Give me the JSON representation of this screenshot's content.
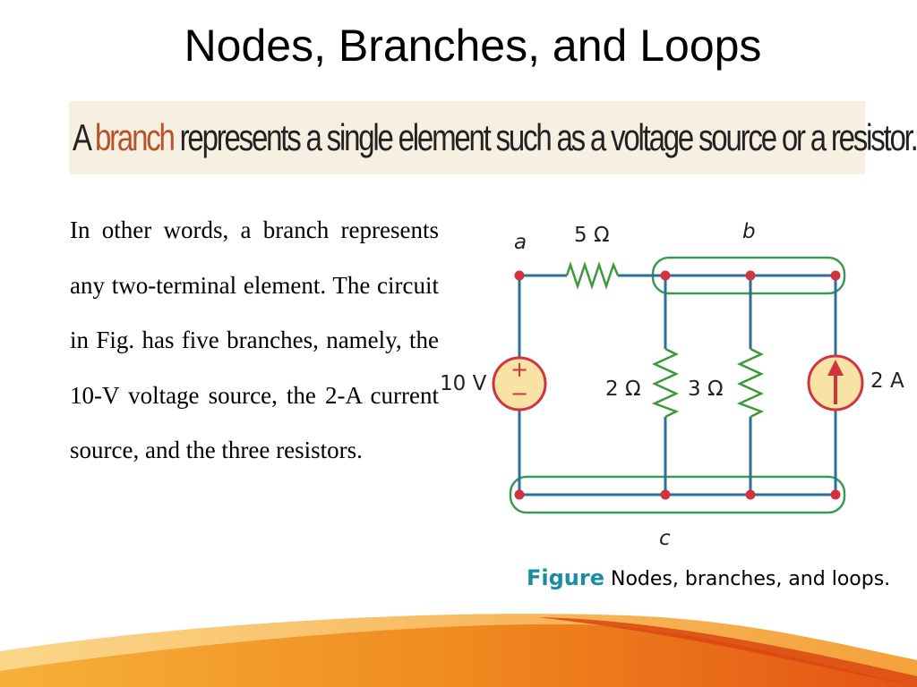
{
  "slide": {
    "title": "Nodes, Branches, and Loops",
    "definition": {
      "prefix": "A",
      "term": "branch",
      "rest": "represents a single element such as a voltage source or a resistor."
    },
    "body": "In other words, a branch represents any two-terminal element. The circuit in  Fig. has five branches, namely, the 10-V voltage source, the 2-A current  source, and the three resistors."
  },
  "circuit": {
    "node_a": "a",
    "node_b": "b",
    "node_c": "c",
    "r1": "5 Ω",
    "r2": "2 Ω",
    "r3": "3 Ω",
    "voltage_source": "10 V",
    "current_source": "2 A",
    "plus": "+",
    "minus": "−"
  },
  "caption": {
    "label": "Figure",
    "text": "Nodes, branches, and loops."
  },
  "colors": {
    "wire": "#2e6f9a",
    "node": "#d0343f",
    "resistor": "#3a9a3a",
    "highlight": "#3a9a52",
    "source_fill": "#f8e2a4",
    "source_stroke": "#d0343f",
    "caption_accent": "#1a8ea0",
    "footer_orange": "#e8561a"
  }
}
